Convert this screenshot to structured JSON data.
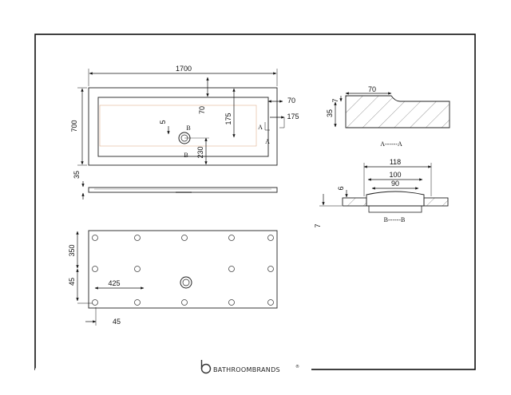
{
  "drawing": {
    "top_view": {
      "length": "1700",
      "width": "700",
      "inner_offset_top": "70",
      "inner_offset_right": "70",
      "waste_offset_right": "175",
      "waste_offset_top": "175",
      "waste_offset_bottom": "230",
      "waste_small": "5",
      "section_a": "A",
      "section_b": "B"
    },
    "side_view": {
      "height": "35"
    },
    "section_aa": {
      "width": "70",
      "step": "7",
      "height": "35",
      "title": "A------A"
    },
    "section_bb": {
      "outer": "118",
      "middle": "100",
      "inner": "90",
      "depth": "6",
      "lower": "7",
      "title": "B------B"
    },
    "underside": {
      "row_spacing": "350",
      "edge_y": "45",
      "waste_x": "425",
      "edge_x": "45"
    },
    "brand": {
      "text": "BATHROOMBRANDS",
      "mark": "®",
      "logo": "b-logo-icon"
    }
  }
}
